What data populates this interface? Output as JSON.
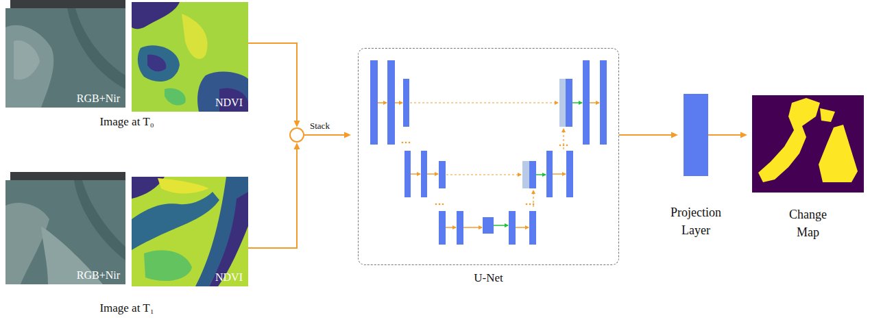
{
  "diagram": {
    "nodes": [
      {
        "text": [
          "RGB+Nir"
        ]
      },
      {
        "text": [
          "NDVI"
        ]
      },
      {
        "text": [
          "RGB+Nir"
        ]
      },
      {
        "text": [
          "NDVI"
        ]
      },
      {
        "text": [
          "Stack"
        ]
      },
      {
        "text": [
          "U-Net"
        ]
      },
      {
        "text": [
          "Projection Layer"
        ]
      },
      {
        "text": [
          "Change Map"
        ]
      }
    ],
    "edges": [
      {
        "from": 1,
        "to": 4,
        "arrow": "to"
      },
      {
        "from": 3,
        "to": 4,
        "arrow": "to"
      },
      {
        "from": 4,
        "to": 5,
        "arrow": "to"
      },
      {
        "from": 5,
        "to": 6,
        "arrow": "to"
      },
      {
        "from": 6,
        "to": 7,
        "arrow": "to"
      }
    ],
    "labels": [
      "Image at T₀",
      "Image at T₁"
    ]
  }
}
